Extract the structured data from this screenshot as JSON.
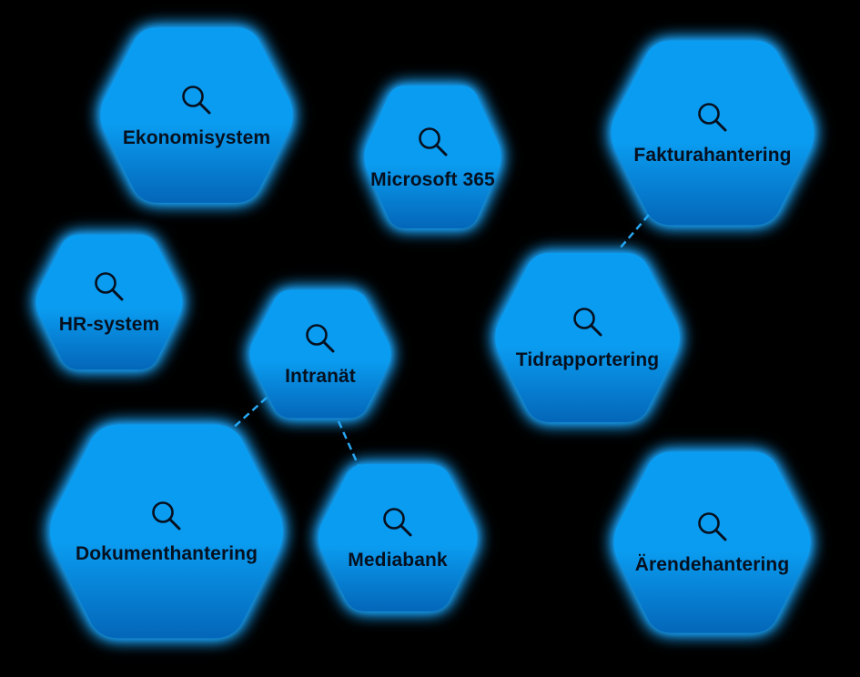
{
  "colors": {
    "background": "#000000",
    "node_fill": "#0a9cf0",
    "node_fill_dark": "#0466b8",
    "glow": "#1aa8ff",
    "text": "#06101f",
    "link": "#2aa7f0"
  },
  "nodes": [
    {
      "id": "ekonomisystem",
      "label": "Ekonomisystem",
      "icon": "search-icon"
    },
    {
      "id": "microsoft365",
      "label": "Microsoft 365",
      "icon": "search-icon"
    },
    {
      "id": "fakturahantering",
      "label": "Fakturahantering",
      "icon": "search-icon"
    },
    {
      "id": "hrsystem",
      "label": "HR-system",
      "icon": "search-icon"
    },
    {
      "id": "intranat",
      "label": "Intranät",
      "icon": "search-icon"
    },
    {
      "id": "tidrapportering",
      "label": "Tidrapportering",
      "icon": "search-icon"
    },
    {
      "id": "dokumenthantering",
      "label": "Dokumenthantering",
      "icon": "search-icon"
    },
    {
      "id": "mediabank",
      "label": "Mediabank",
      "icon": "search-icon"
    },
    {
      "id": "arendehantering",
      "label": "Ärendehantering",
      "icon": "search-icon"
    }
  ],
  "links": [
    {
      "from": "fakturahantering",
      "to": "tidrapportering",
      "style": "dashed"
    },
    {
      "from": "intranat",
      "to": "dokumenthantering",
      "style": "dashed"
    },
    {
      "from": "intranat",
      "to": "mediabank",
      "style": "dashed"
    }
  ]
}
